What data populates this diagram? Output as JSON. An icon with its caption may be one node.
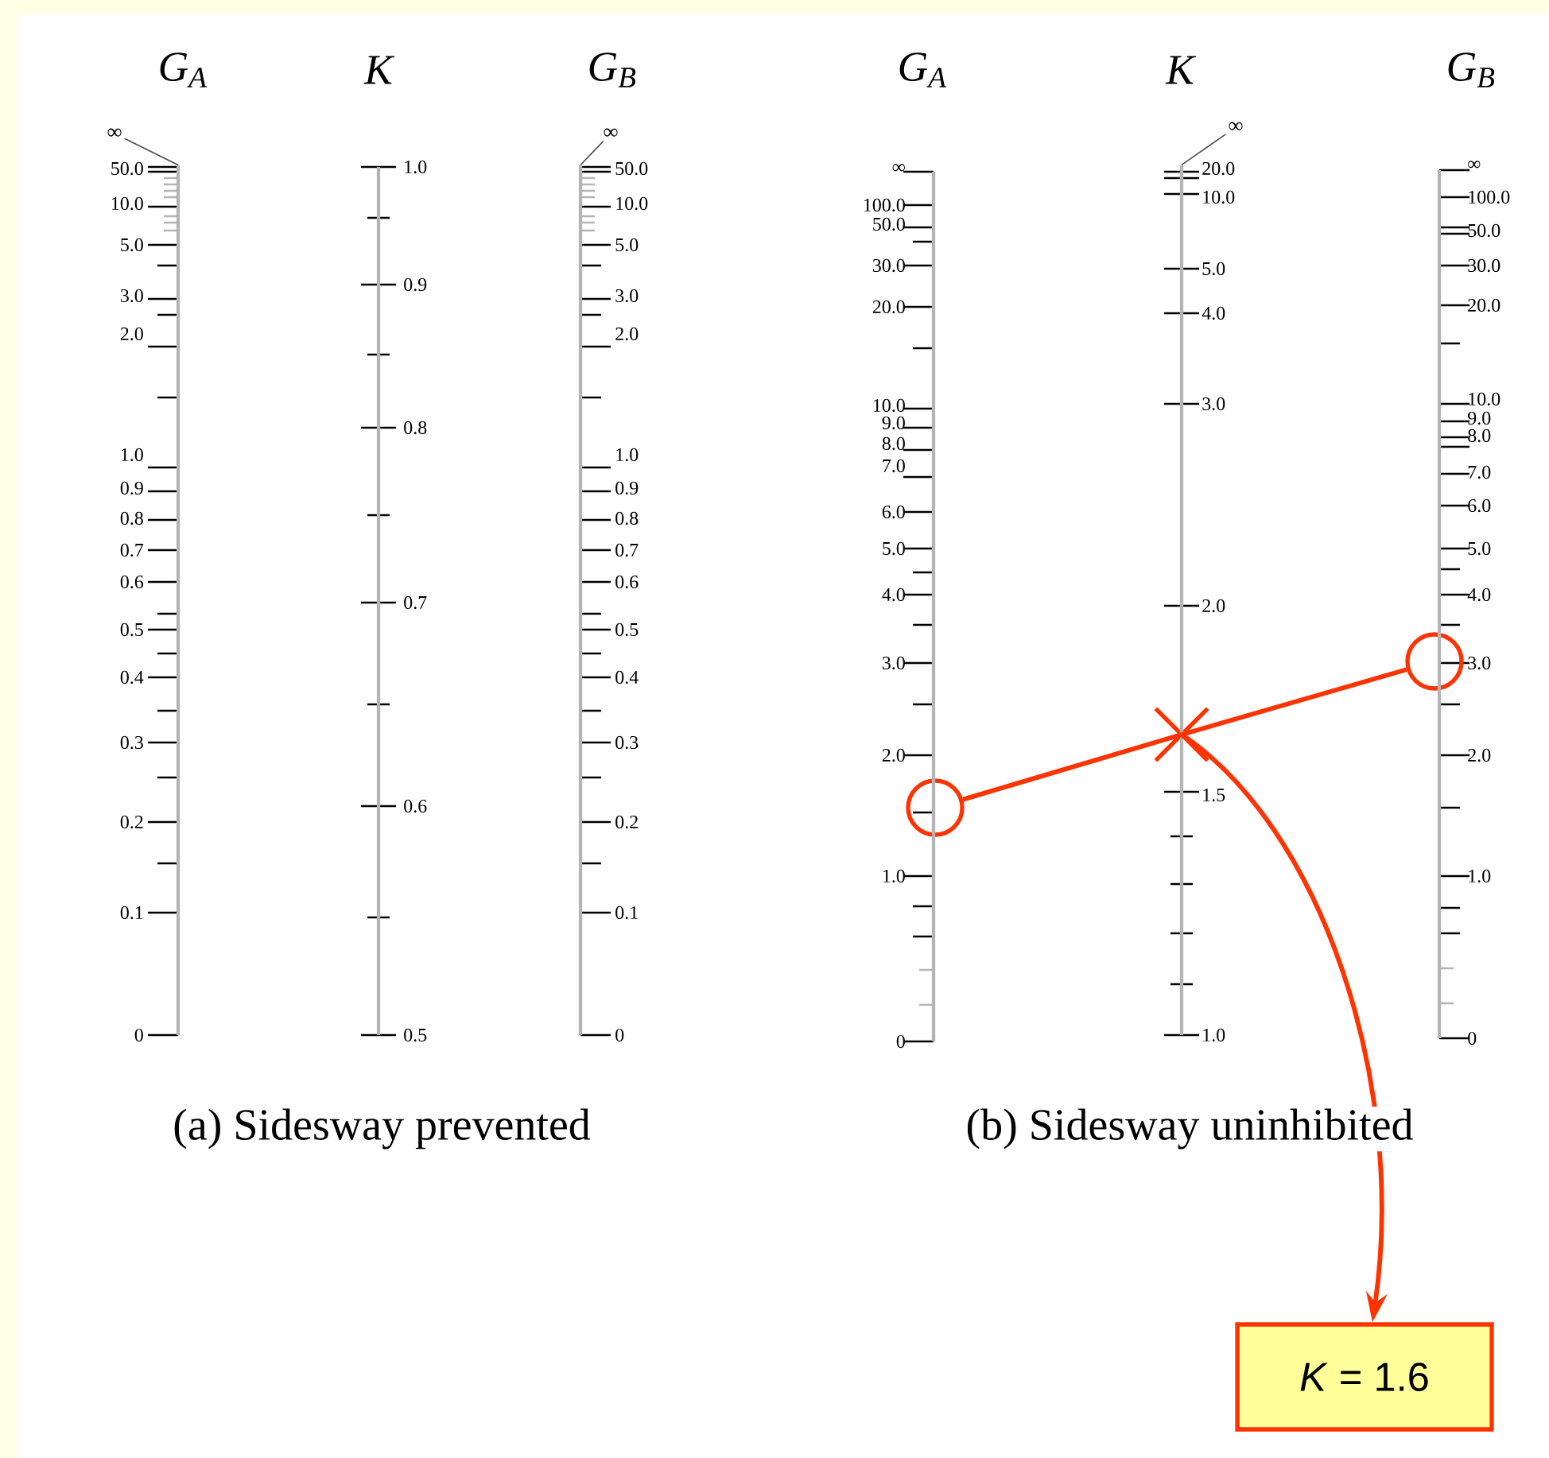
{
  "diagram": {
    "nodes": [
      {
        "text": [
          "∞"
        ]
      },
      {
        "text": [
          "∞"
        ]
      },
      {
        "text": [
          "∞"
        ]
      },
      {
        "text": [],
        "shape": "circle"
      },
      {
        "text": [],
        "shape": "cross"
      },
      {
        "text": [],
        "shape": "circle"
      },
      {
        "text": [
          "*K* = 1.6"
        ]
      },
      {
        "text": [],
        "shape": "bar"
      },
      {
        "text": [],
        "shape": "bar"
      },
      {
        "text": [],
        "shape": "bar"
      },
      {
        "text": [],
        "shape": "bar"
      },
      {
        "text": [],
        "shape": "bar"
      },
      {
        "text": [],
        "shape": "bar"
      }
    ],
    "edges": [
      {
        "from": 0,
        "to": 7,
        "arrow": "none"
      },
      {
        "from": 1,
        "to": 9,
        "arrow": "none"
      },
      {
        "from": 2,
        "to": 11,
        "arrow": "none"
      },
      {
        "from": 3,
        "to": 4,
        "arrow": "none",
        "style": "thick",
        "color": "#ff3300"
      },
      {
        "from": 4,
        "to": 5,
        "arrow": "none",
        "style": "thick",
        "color": "#ff3300"
      },
      {
        "from": 4,
        "to": 6,
        "arrow": "to",
        "style": "thick",
        "color": "#ff3300"
      }
    ],
    "labels": [
      "G$_{A}$",
      "K",
      "G$_{B}$",
      "G$_{A}$",
      "K",
      "G$_{B}$",
      "50.0",
      "10.0",
      "5.0",
      "3.0",
      "2.0",
      "1.0",
      "0.9",
      "0.8",
      "0.7",
      "0.6",
      "0.5",
      "0.4",
      "0.3",
      "0.2",
      "0.1",
      "0",
      "1.0",
      "0.9",
      "0.8",
      "0.7",
      "0.6",
      "0.5",
      "50.0",
      "10.0",
      "5.0",
      "3.0",
      "2.0",
      "1.0",
      "0.9",
      "0.8",
      "0.7",
      "0.6",
      "0.5",
      "0.4",
      "0.3",
      "0.2",
      "0.1",
      "0",
      "∞",
      "100.0",
      "50.0",
      "30.0",
      "20.0",
      "10.0",
      "9.0",
      "8.0",
      "7.0",
      "6.0",
      "5.0",
      "4.0",
      "3.0",
      "2.0",
      "1.0",
      "0",
      "20.0",
      "10.0",
      "5.0",
      "4.0",
      "3.0",
      "2.0",
      "1.5",
      "1.0",
      "∞",
      "100.0",
      "50.0",
      "30.0",
      "20.0",
      "10.0",
      "9.0",
      "8.0",
      "7.0",
      "6.0",
      "5.0",
      "4.0",
      "3.0",
      "2.0",
      "1.0",
      "0",
      "(a) Sidesway prevented",
      "(b) Sidesway uninhibited"
    ]
  }
}
